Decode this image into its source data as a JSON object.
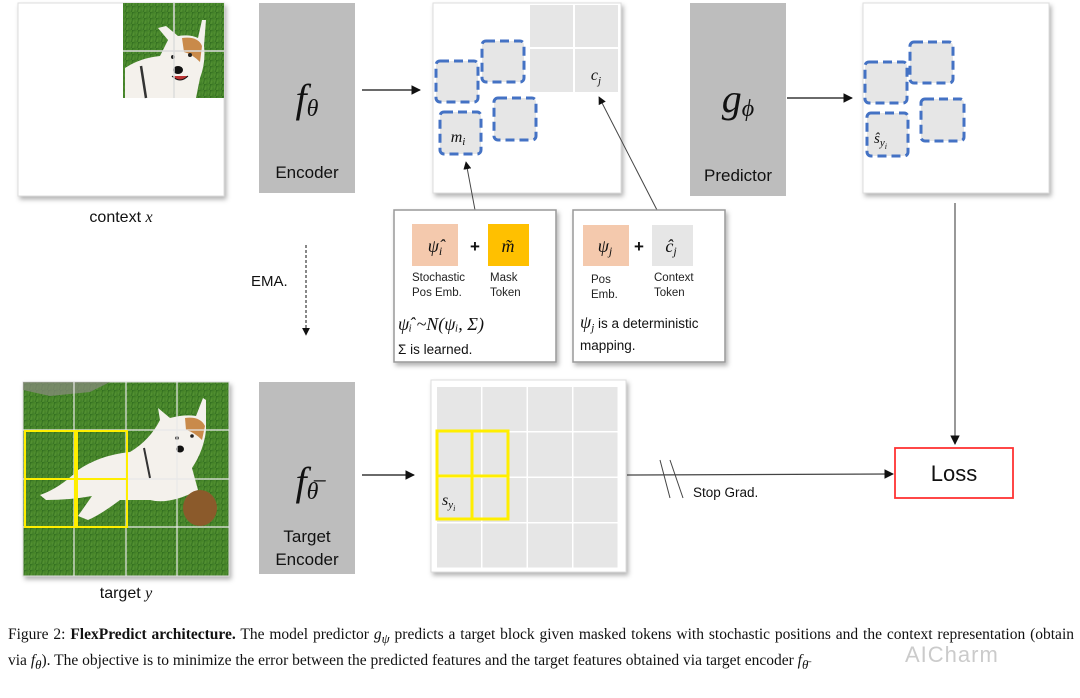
{
  "figure": {
    "context": {
      "label": "context",
      "var": "x"
    },
    "target": {
      "label": "target",
      "var": "y"
    },
    "encoder": {
      "symbol": "f",
      "subscript": "θ",
      "label": "Encoder"
    },
    "target_encoder": {
      "symbol": "f",
      "subscript": "θ̅",
      "label_line1": "Target",
      "label_line2": "Encoder"
    },
    "predictor": {
      "symbol": "g",
      "subscript": "ϕ",
      "label": "Predictor"
    },
    "ema": {
      "label": "EMA."
    },
    "context_grid": {
      "mask_token_label": "m",
      "mask_token_sub": "i",
      "context_token_label": "c",
      "context_token_sub": "j"
    },
    "pred_grid": {
      "pred_label": "ŝ",
      "pred_sub": "y",
      "pred_subsub": "i"
    },
    "target_grid": {
      "target_label": "s",
      "target_sub": "y",
      "target_subsub": "i"
    },
    "stochastic_box": {
      "token1_symbol": "ψ̂",
      "token1_sub": "i",
      "plus": "+",
      "token2_symbol": "m̃",
      "token1_caption_line1": "Stochastic",
      "token1_caption_line2": "Pos Emb.",
      "token2_caption_line1": "Mask",
      "token2_caption_line2": "Token",
      "formula": "ψ̂ᵢ ~N(ψᵢ, Σ)",
      "note": "Σ is learned."
    },
    "deterministic_box": {
      "token1_symbol": "ψ",
      "token1_sub": "j",
      "plus": "+",
      "token2_symbol": "ĉ",
      "token2_sub": "j",
      "token1_caption_line1": "Pos",
      "token1_caption_line2": "Emb.",
      "token2_caption_line1": "Context",
      "token2_caption_line2": "Token",
      "note_symbol": "ψ",
      "note_sub": "j",
      "note_line1": " is a deterministic",
      "note_line2": "mapping."
    },
    "stop_grad": {
      "label": "Stop Grad."
    },
    "loss": {
      "label": "Loss"
    }
  },
  "caption": {
    "prefix": "Figure 2: ",
    "title": "FlexPredict architecture.",
    "text1": " The model predictor ",
    "g": "g",
    "g_sub": "ψ",
    "text2": " predicts a target block given masked tokens with stochastic positions and the context representation (obtain via ",
    "f": "f",
    "f_sub": "θ",
    "text3": "). The objective is to minimize the error between the predicted features and the target features obtained via target encoder ",
    "f2": "f",
    "f2_sub": "θ̄"
  },
  "watermark": "AICharm",
  "colors": {
    "block_gray": "#bdbdbd",
    "token_gray": "#e6e6e6",
    "mask_blue": "#4472c4",
    "target_yellow": "#ffee00",
    "loss_red": "#ff3333",
    "pos_emb_peach": "#f4c9ad",
    "mask_token_amber": "#ffc000",
    "grass_green": "#3f7a25"
  }
}
